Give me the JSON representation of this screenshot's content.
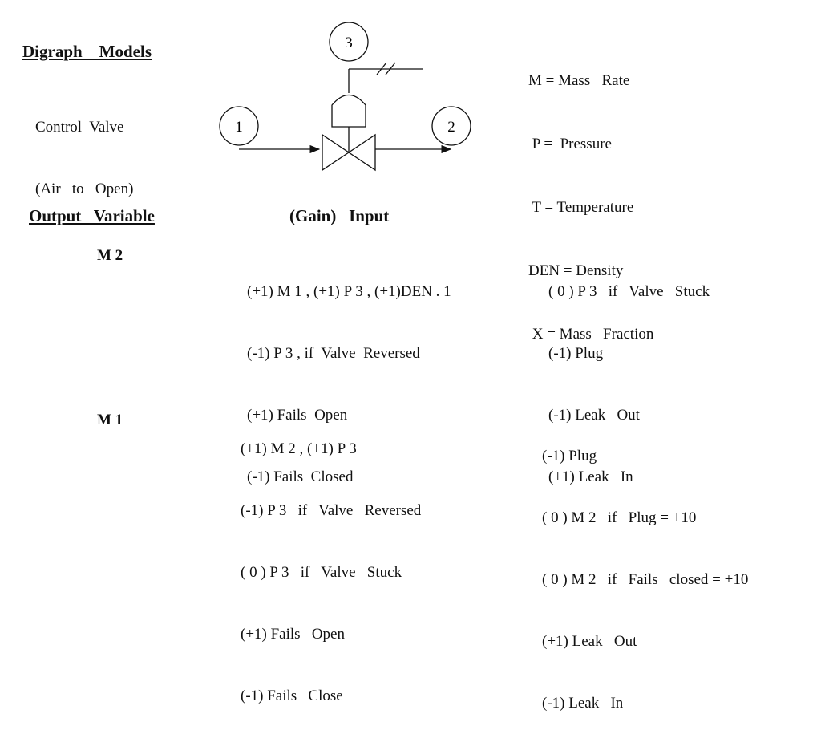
{
  "title": "Digraph    Models",
  "subtitle_lines": [
    "Control  Valve",
    "(Air   to   Open)"
  ],
  "diagram": {
    "node_labels": [
      "1",
      "2",
      "3"
    ]
  },
  "legend": [
    "M = Mass   Rate",
    " P =  Pressure",
    " T = Temperature",
    "DEN = Density",
    " X = Mass   Fraction"
  ],
  "output_variable_header": "Output   Variable",
  "gain_input_header": "(Gain)   Input",
  "rows": [
    {
      "output": "M 2",
      "inputs_a": [
        "(+1) M 1 , (+1) P 3 , (+1)DEN . 1",
        "(-1) P 3 , if  Valve  Reversed",
        "(+1) Fails  Open",
        "(-1) Fails  Closed"
      ],
      "inputs_b": [
        "( 0 ) P 3   if   Valve   Stuck",
        "(-1) Plug",
        "(-1) Leak   Out",
        "(+1) Leak   In"
      ]
    },
    {
      "output": "M 1",
      "inputs_a": [
        "(+1) M 2 , (+1) P 3",
        "(-1) P 3   if   Valve   Reversed",
        "( 0 ) P 3   if   Valve   Stuck",
        "(+1) Fails   Open",
        "(-1) Fails   Close"
      ],
      "inputs_b": [
        "(-1) Plug",
        "( 0 ) M 2   if   Plug = +10",
        "( 0 ) M 2   if   Fails   closed = +10",
        "(+1) Leak   Out",
        "(-1) Leak   In"
      ]
    }
  ]
}
